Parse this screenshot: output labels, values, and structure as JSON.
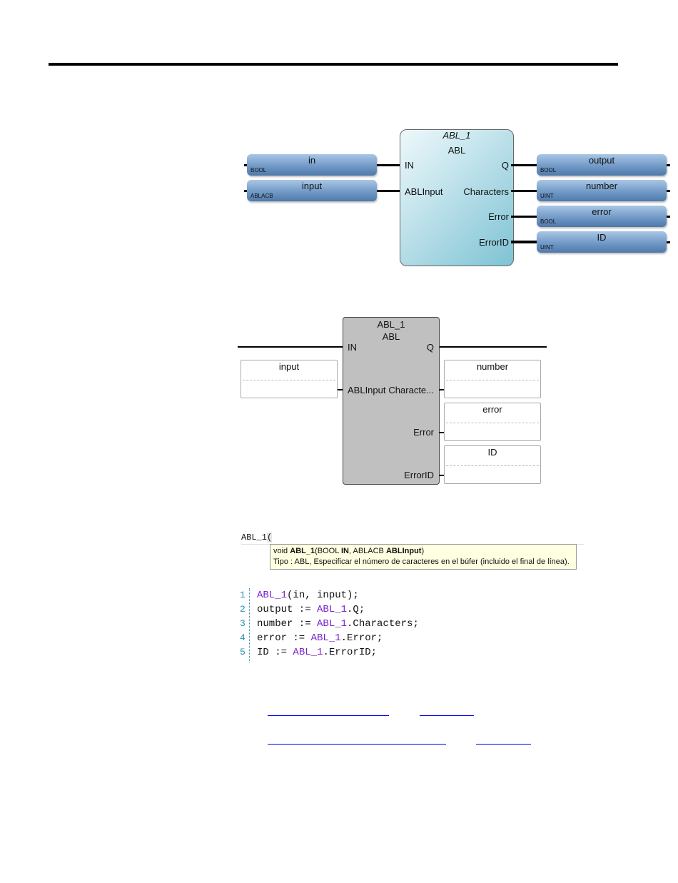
{
  "fbd": {
    "block_instance": "ABL_1",
    "block_type": "ABL",
    "inputs": [
      {
        "name": "in",
        "type": "BOOL",
        "pin": "IN"
      },
      {
        "name": "input",
        "type": "ABLACB",
        "pin": "ABLInput"
      }
    ],
    "outputs": [
      {
        "name": "output",
        "type": "BOOL",
        "pin": "Q"
      },
      {
        "name": "number",
        "type": "UINT",
        "pin": "Characters"
      },
      {
        "name": "error",
        "type": "BOOL",
        "pin": "Error"
      },
      {
        "name": "ID",
        "type": "UINT",
        "pin": "ErrorID"
      }
    ]
  },
  "ld": {
    "block_instance": "ABL_1",
    "block_type": "ABL",
    "pins_in": [
      "IN",
      "ABLInput"
    ],
    "pins_out": [
      "Q",
      "Characte...",
      "Error",
      "ErrorID"
    ],
    "input_var": "input",
    "output_vars": [
      "number",
      "error",
      "ID"
    ]
  },
  "st": {
    "edit_text": "ABL_1",
    "edit_paren": "(",
    "tooltip": {
      "sig_void": "void ",
      "sig_name": "ABL_1",
      "sig_open": "(BOOL ",
      "sig_in": "IN",
      "sig_mid": ", ABLACB ",
      "sig_abl": "ABLInput",
      "sig_close": ")",
      "desc": "Tipo : ABL, Especificar el número de caracteres en el búfer (incluido el final de línea)."
    },
    "code_lines": [
      {
        "n": "1",
        "pre": "",
        "kw": "ABL_1",
        "post": "(in, input);"
      },
      {
        "n": "2",
        "pre": "output := ",
        "kw": "ABL_1",
        "post": ".Q;"
      },
      {
        "n": "3",
        "pre": "number := ",
        "kw": "ABL_1",
        "post": ".Characters;"
      },
      {
        "n": "4",
        "pre": "error := ",
        "kw": "ABL_1",
        "post": ".Error;"
      },
      {
        "n": "5",
        "pre": "ID := ",
        "kw": "ABL_1",
        "post": ".ErrorID;"
      }
    ]
  }
}
